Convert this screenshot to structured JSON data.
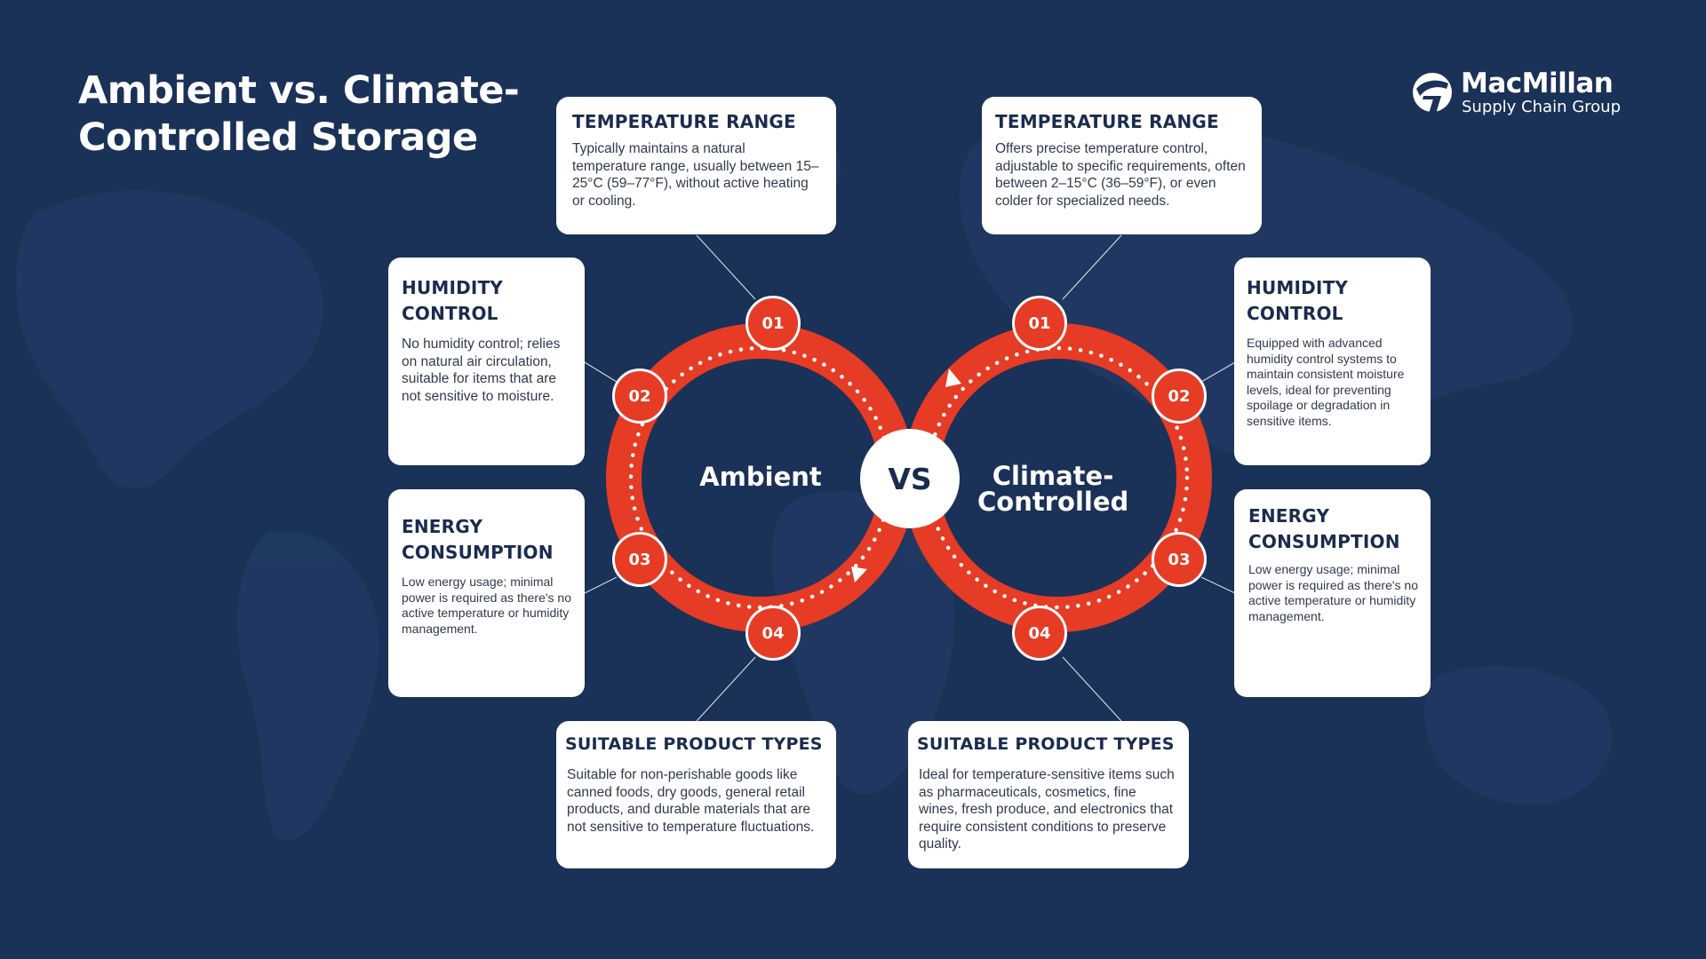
{
  "title": "Ambient vs. Climate-Controlled Storage",
  "logo": {
    "name": "MacMillan",
    "subtitle": "Supply Chain Group"
  },
  "vs_label": "VS",
  "ambient": {
    "label": "Ambient",
    "badges": [
      "01",
      "02",
      "03",
      "04"
    ],
    "cards": {
      "temperature": {
        "title": "TEMPERATURE RANGE",
        "text": "Typically maintains a natural temperature range, usually between 15–25°C (59–77°F), without active heating or cooling."
      },
      "humidity": {
        "title": "HUMIDITY CONTROL",
        "text": "No humidity control; relies on natural air circulation, suitable for items that are not sensitive to moisture."
      },
      "energy": {
        "title": "ENERGY CONSUMPTION",
        "text": "Low energy usage; minimal power is required as there's no active temperature or humidity management."
      },
      "products": {
        "title": "SUITABLE PRODUCT TYPES",
        "text": "Suitable for non-perishable goods like canned foods, dry goods, general retail products, and durable materials that are not sensitive to temperature fluctuations."
      }
    }
  },
  "climate": {
    "label": "Climate-Controlled",
    "badges": [
      "01",
      "02",
      "03",
      "04"
    ],
    "cards": {
      "temperature": {
        "title": "TEMPERATURE RANGE",
        "text": "Offers precise temperature control, adjustable to specific requirements, often between 2–15°C (36–59°F), or even colder for specialized needs."
      },
      "humidity": {
        "title": "HUMIDITY CONTROL",
        "text": "Equipped with advanced humidity control systems to maintain consistent moisture levels, ideal for preventing spoilage or degradation in sensitive items."
      },
      "energy": {
        "title": "ENERGY CONSUMPTION",
        "text": "Low energy usage; minimal power is required as there's no active temperature or humidity management."
      },
      "products": {
        "title": "SUITABLE PRODUCT TYPES",
        "text": "Ideal for temperature-sensitive items such as pharmaceuticals, cosmetics, fine wines, fresh produce, and electronics that require consistent conditions to preserve quality."
      }
    }
  },
  "colors": {
    "background": "#1a3158",
    "accent": "#e63b24",
    "card": "#ffffff",
    "heading": "#1a2c4e"
  }
}
